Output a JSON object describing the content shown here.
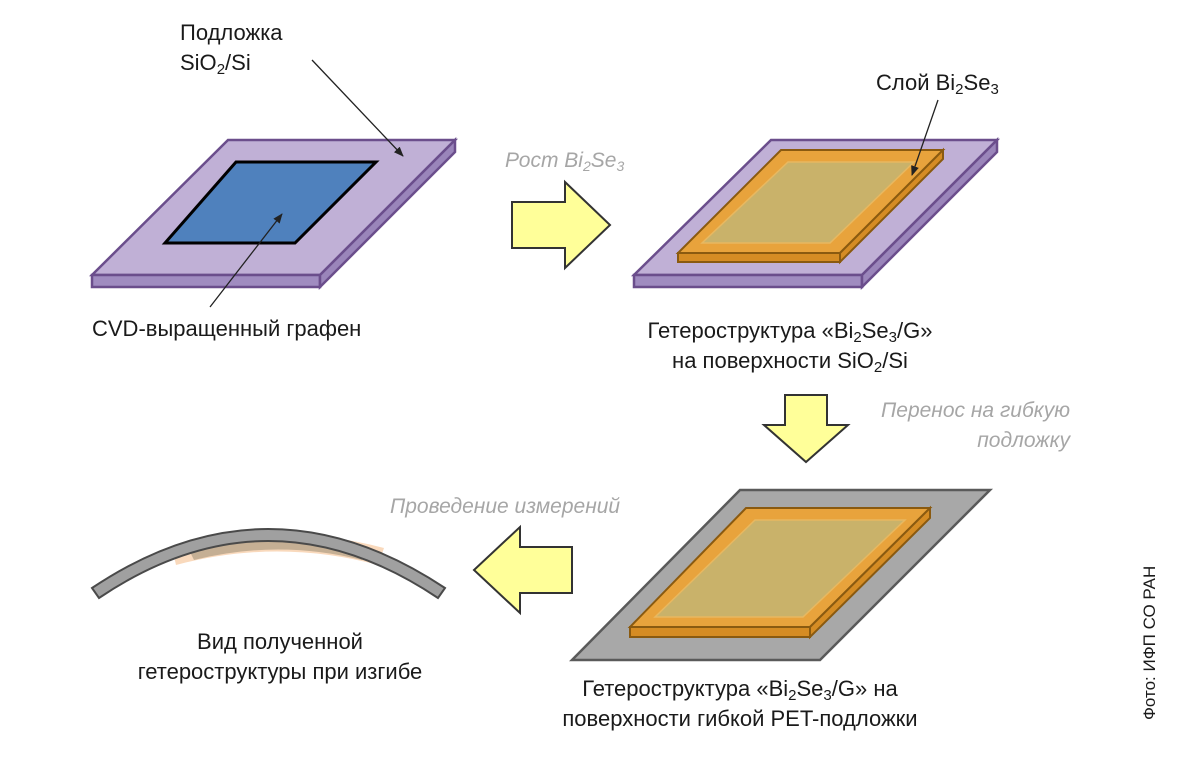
{
  "labels": {
    "substrate_line1": "Подложка",
    "substrate_line2_pre": "SiO",
    "substrate_line2_sub": "2",
    "substrate_line2_post": "/Si",
    "graphene": "CVD-выращенный графен",
    "layer_pre": "Слой Bi",
    "layer_sub1": "2",
    "layer_mid": "Se",
    "layer_sub2": "3",
    "hetero1_line1_pre": "Гетероструктура «Bi",
    "hetero1_line1_sub1": "2",
    "hetero1_line1_mid": "Se",
    "hetero1_line1_sub2": "3",
    "hetero1_line1_post": "/G»",
    "hetero1_line2_pre": "на поверхности SiO",
    "hetero1_line2_sub": "2",
    "hetero1_line2_post": "/Si",
    "hetero2_line1_pre": "Гетероструктура «Bi",
    "hetero2_line1_sub1": "2",
    "hetero2_line1_mid": "Se",
    "hetero2_line1_sub2": "3",
    "hetero2_line1_post": "/G» на",
    "hetero2_line2": "поверхности гибкой PET-подложки",
    "bent_line1": "Вид полученной",
    "bent_line2": "гетероструктуры при изгибе"
  },
  "steps": {
    "growth_pre": "Рост Bi",
    "growth_sub1": "2",
    "growth_mid": "Se",
    "growth_sub2": "3",
    "transfer_line1": "Перенос на гибкую",
    "transfer_line2": "подложку",
    "measure": "Проведение измерений"
  },
  "credit": "Фото: ИФП СО РАН",
  "colors": {
    "substrate_purple": "#bfaed4",
    "substrate_edge": "#6b4e8c",
    "graphene_blue": "#4f81bd",
    "bi2se3_orange": "#e8a33c",
    "bi2se3_inner": "#c9b26a",
    "pet_grey": "#a8a8a8",
    "arrow_yellow": "#ffff99",
    "step_grey": "#a6a6a6"
  }
}
